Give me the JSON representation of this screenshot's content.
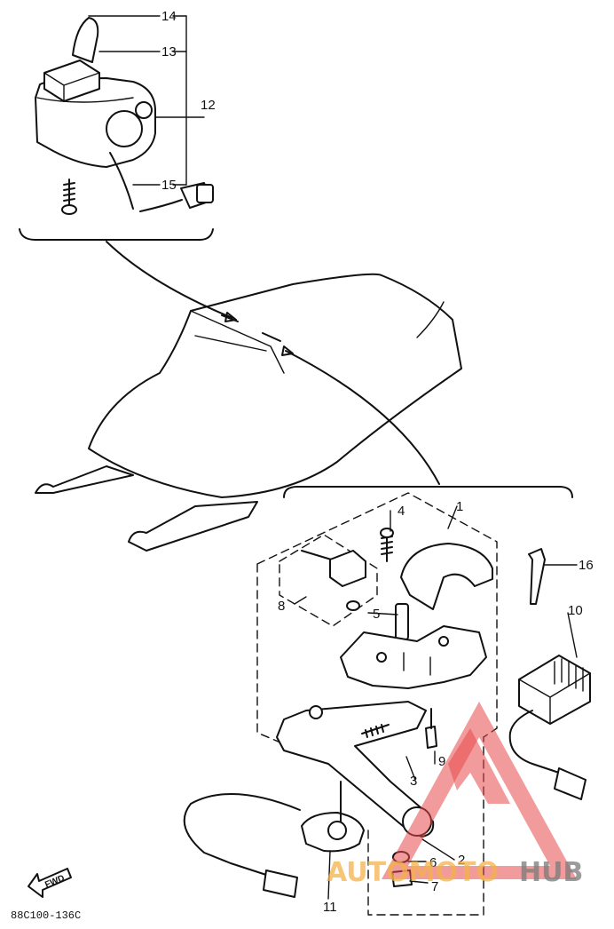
{
  "diagram": {
    "callouts": {
      "c1": "1",
      "c2": "2",
      "c3": "3",
      "c4": "4",
      "c5": "5",
      "c6": "6",
      "c7": "7",
      "c8": "8",
      "c9": "9",
      "c10": "10",
      "c11": "11",
      "c12": "12",
      "c13": "13",
      "c14": "14",
      "c15": "15",
      "c16": "16"
    },
    "drawing_code": "88C100-136C",
    "fwd_label": "FWD"
  },
  "watermark": {
    "brand_left": "AUTOMOTO",
    "brand_right": "HUB",
    "colors": {
      "triangle": "#e8484a",
      "auto": "#f4b24a",
      "hub": "#7a7a7a"
    }
  }
}
